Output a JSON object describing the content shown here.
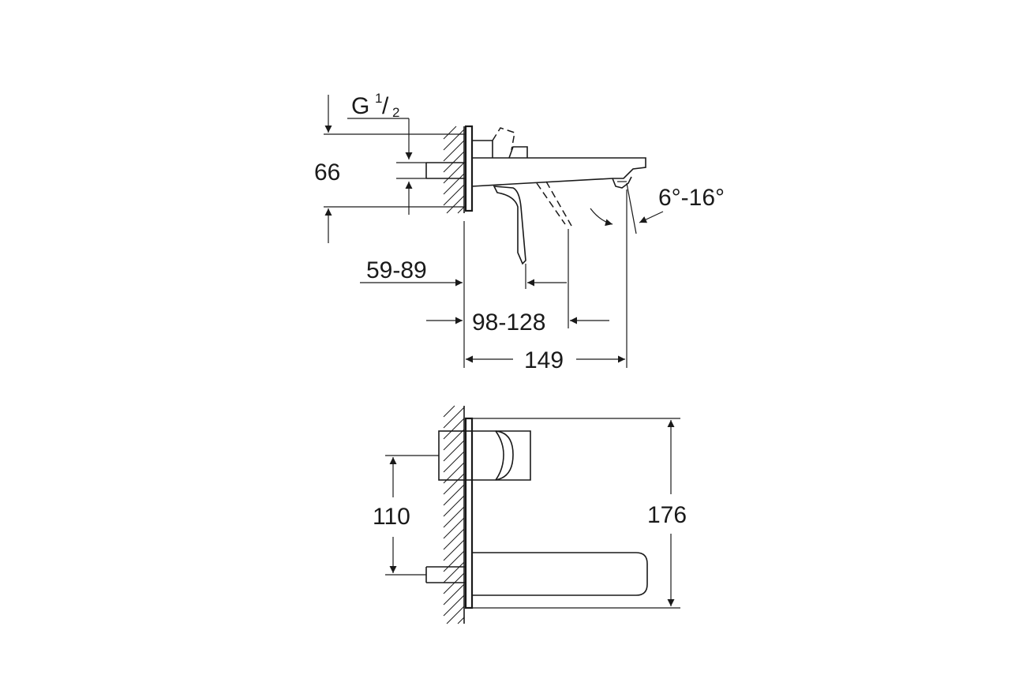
{
  "side_view": {
    "thread": {
      "letter": "G",
      "numerator": "1",
      "denominator": "2"
    },
    "dim_height": "66",
    "dim_angle": "6°-16°",
    "dim_projection_a": "59-89",
    "dim_projection_b": "98-128",
    "dim_overall": "149"
  },
  "front_view": {
    "dim_spacing": "110",
    "dim_height": "176"
  }
}
